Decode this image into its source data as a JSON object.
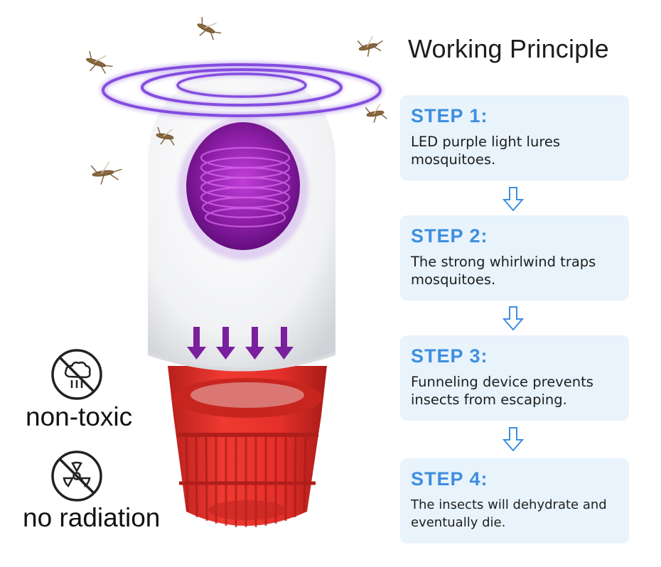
{
  "heading": "Working Principle",
  "steps": [
    {
      "title": "STEP 1:",
      "text": "LED purple light lures\nmosquitoes."
    },
    {
      "title": "STEP 2:",
      "text": "The strong whirlwind traps\nmosquitoes."
    },
    {
      "title": "STEP 3:",
      "text": "Funneling device prevents\ninsects from escaping."
    },
    {
      "title": "STEP 4:",
      "text": "The insects will dehydrate and\neventually die."
    }
  ],
  "badges": [
    {
      "label": "non-toxic",
      "icon": "no-smoke-icon"
    },
    {
      "label": "no radiation",
      "icon": "no-radiation-icon"
    }
  ],
  "colors": {
    "step_title": "#3e8ee0",
    "card_bg": "#e8f3fc",
    "uv_purple": "#7a2fc9",
    "trap_red": "#e8322c"
  }
}
